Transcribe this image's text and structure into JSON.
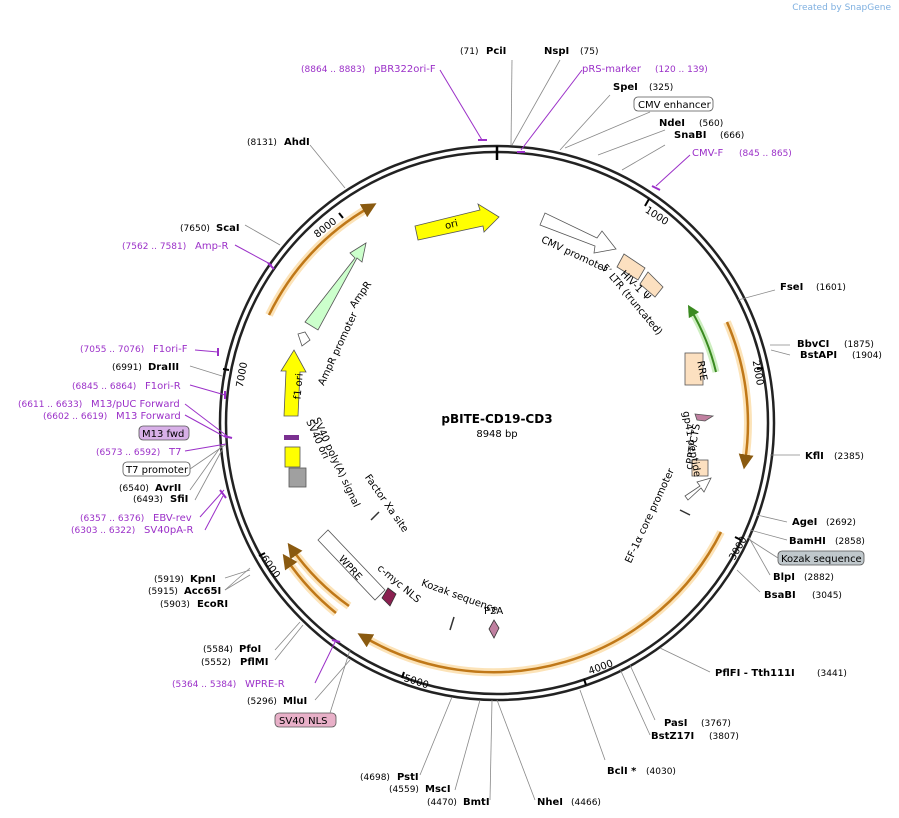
{
  "credit": {
    "prefix": "Created by",
    "brand": "SnapGene"
  },
  "plasmid": {
    "name": "pBITE-CD19-CD3",
    "size": "8948 bp"
  },
  "sites": [
    {
      "name": "PciI",
      "pos": "(71)"
    },
    {
      "name": "NspI",
      "pos": "(75)"
    },
    {
      "name": "SpeI",
      "pos": "(325)"
    },
    {
      "name": "NdeI",
      "pos": "(560)"
    },
    {
      "name": "SnaBI",
      "pos": "(666)"
    },
    {
      "name": "FseI",
      "pos": "(1601)"
    },
    {
      "name": "BbvCI",
      "pos": "(1875)"
    },
    {
      "name": "BstAPI",
      "pos": "(1904)"
    },
    {
      "name": "KflI",
      "pos": "(2385)"
    },
    {
      "name": "AgeI",
      "pos": "(2692)"
    },
    {
      "name": "BamHI",
      "pos": "(2858)"
    },
    {
      "name": "BlpI",
      "pos": "(2882)"
    },
    {
      "name": "BsaBI",
      "pos": "(3045)"
    },
    {
      "name": "PflFI - Tth111I",
      "pos": "(3441)"
    },
    {
      "name": "PasI",
      "pos": "(3767)"
    },
    {
      "name": "BstZ17I",
      "pos": "(3807)"
    },
    {
      "name": "BclI *",
      "pos": "(4030)"
    },
    {
      "name": "NheI",
      "pos": "(4466)"
    },
    {
      "name": "BmtI",
      "pos": "(4470)"
    },
    {
      "name": "MscI",
      "pos": "(4559)"
    },
    {
      "name": "PstI",
      "pos": "(4698)"
    },
    {
      "name": "MluI",
      "pos": "(5296)"
    },
    {
      "name": "PflMI",
      "pos": "(5552)"
    },
    {
      "name": "PfoI",
      "pos": "(5584)"
    },
    {
      "name": "EcoRI",
      "pos": "(5903)"
    },
    {
      "name": "Acc65I",
      "pos": "(5915)"
    },
    {
      "name": "KpnI",
      "pos": "(5919)"
    },
    {
      "name": "SfiI",
      "pos": "(6493)"
    },
    {
      "name": "AvrII",
      "pos": "(6540)"
    },
    {
      "name": "DraIII",
      "pos": "(6991)"
    },
    {
      "name": "ScaI",
      "pos": "(7650)"
    },
    {
      "name": "AhdI",
      "pos": "(8131)"
    }
  ],
  "primers": [
    {
      "name": "pBR322ori-F",
      "pos": "(8864 .. 8883)"
    },
    {
      "name": "pRS-marker",
      "pos": "(120 .. 139)"
    },
    {
      "name": "CMV-F",
      "pos": "(845 .. 865)"
    },
    {
      "name": "Amp-R",
      "pos": "(7562 .. 7581)"
    },
    {
      "name": "F1ori-F",
      "pos": "(7055 .. 7076)"
    },
    {
      "name": "F1ori-R",
      "pos": "(6845 .. 6864)"
    },
    {
      "name": "M13/pUC Forward",
      "pos": "(6611 .. 6633)"
    },
    {
      "name": "M13 Forward",
      "pos": "(6602 .. 6619)"
    },
    {
      "name": "T7",
      "pos": "(6573 .. 6592)"
    },
    {
      "name": "EBV-rev",
      "pos": "(6357 .. 6376)"
    },
    {
      "name": "SV40pA-R",
      "pos": "(6303 .. 6322)"
    },
    {
      "name": "WPRE-R",
      "pos": "(5364 .. 5384)"
    }
  ],
  "boxed_features": {
    "cmv_enhancer": "CMV enhancer",
    "m13_fwd": "M13 fwd",
    "t7_promoter": "T7 promoter",
    "kozak_sequence": "Kozak sequence",
    "sv40_nls": "SV40 NLS"
  },
  "inner_features": {
    "ori": "ori",
    "ampr": "AmpR",
    "ampr_promoter": "AmpR promoter",
    "f1_ori": "f1 ori",
    "sv40_polya": "SV40 poly(A) signal",
    "sv40_ori": "SV40 ori",
    "factor_xa": "Factor Xa site",
    "wpre": "WPRE",
    "cmyc_nls": "c-myc NLS",
    "kozak": "Kozak sequence",
    "p2a": "P2A",
    "ef1a": "EF-1α core promoter",
    "cppt": "cPPT/CTS",
    "gp41": "gp41 peptide",
    "rre": "RRE",
    "hiv": "HIV-1 Ψ",
    "ltr": "5′ LTR (truncated)",
    "cmv_promoter": "CMV promoter"
  },
  "ticks": [
    "1000",
    "2000",
    "3000",
    "4000",
    "5000",
    "6000",
    "7000",
    "8000"
  ],
  "colors": {
    "primer": "#9b30c8",
    "ori": "#ffff00",
    "ampr": "#ccffcc",
    "orf": "#f0a030",
    "orf_glow": "#fce3b8",
    "ltr": "#fce0c0",
    "nls": "#c080a0"
  }
}
